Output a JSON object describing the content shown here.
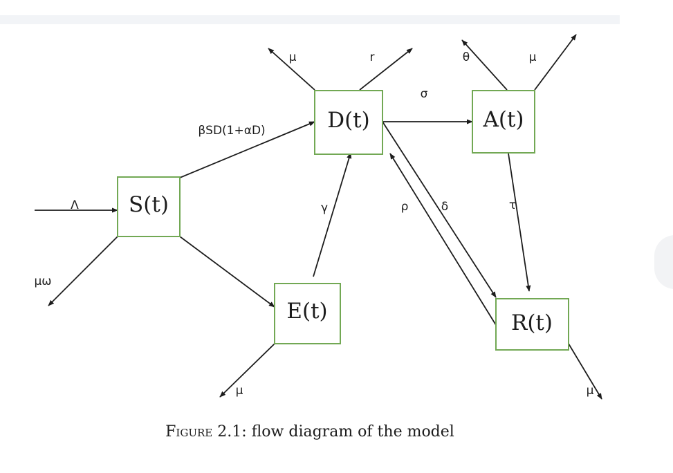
{
  "nodes": {
    "S": "S(t)",
    "D": "D(t)",
    "A": "A(t)",
    "E": "E(t)",
    "R": "R(t)"
  },
  "edges": {
    "lambda": "Λ",
    "s_mu_omega": "μω",
    "s_to_d": "βSD(1+αD)",
    "e_to_d": "γ",
    "d_mu": "μ",
    "d_r": "r",
    "d_to_a": "σ",
    "a_theta": "θ",
    "a_mu": "μ",
    "r_to_d": "ρ",
    "d_to_r": "δ",
    "a_to_r": "τ",
    "e_mu": "μ",
    "r_mu": "μ"
  },
  "caption": {
    "label": "Figure 2.1:",
    "text": "flow diagram of the model"
  },
  "colors": {
    "box_stroke": "#72a854",
    "arrow": "#1c1c1c"
  }
}
